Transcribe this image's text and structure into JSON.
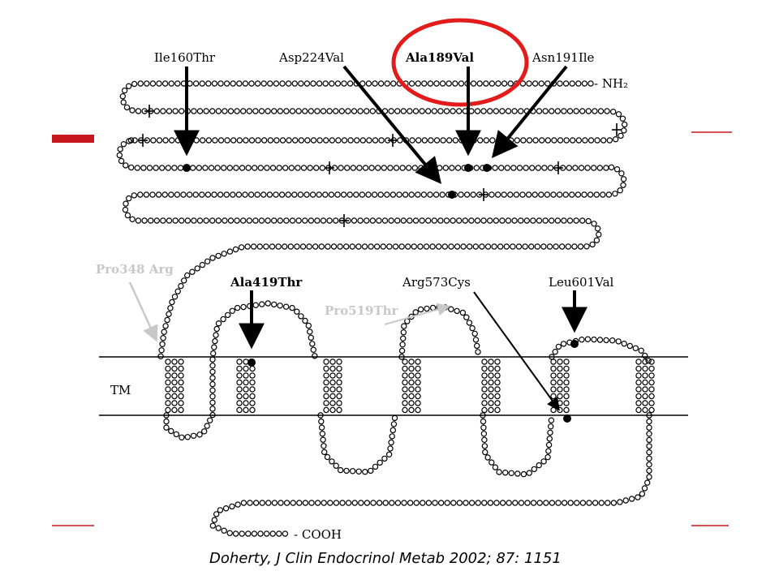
{
  "citation": "Doherty, J Clin Endocrinol Metab 2002; 87: 1151",
  "labels": {
    "tm": "TM",
    "nh2": "- NH₂",
    "cooh": "- COOH"
  },
  "mutations": [
    {
      "label": "Ile160Thr",
      "style": "normal"
    },
    {
      "label": "Asp224Val",
      "style": "normal"
    },
    {
      "label": "Ala189Val",
      "style": "bold",
      "highlighted": true
    },
    {
      "label": "Asn191Ile",
      "style": "normal"
    },
    {
      "label": "Pro348 Arg",
      "style": "faint"
    },
    {
      "label": "Ala419Thr",
      "style": "bold"
    },
    {
      "label": "Arg573Cys",
      "style": "normal"
    },
    {
      "label": "Pro519Thr",
      "style": "faint"
    },
    {
      "label": "Leu601Val",
      "style": "normal"
    }
  ],
  "colors": {
    "highlight": "#e31b1b",
    "accent_bar": "#c8161d",
    "faint": "#c8c8c8",
    "ink": "#000000"
  }
}
